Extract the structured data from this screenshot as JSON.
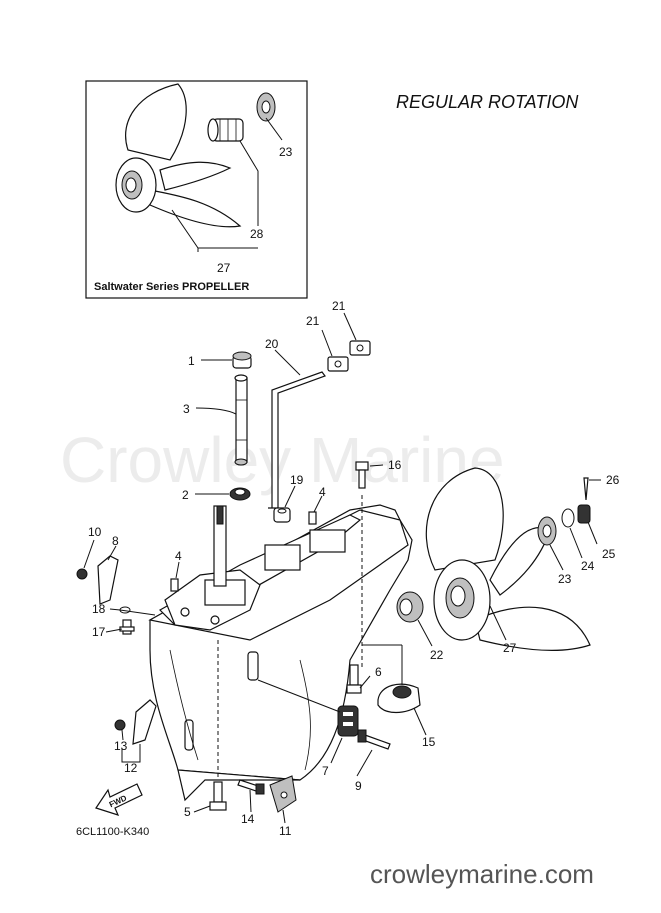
{
  "header": {
    "title": "REGULAR ROTATION"
  },
  "inset": {
    "caption": "Saltwater Series PROPELLER"
  },
  "watermark": {
    "text": "Crowley Marine"
  },
  "footer": {
    "code": "6CL1100-K340",
    "site": "crowleymarine.com"
  },
  "direction_badge": {
    "text": "FWD"
  },
  "callouts": {
    "c1": "1",
    "c2": "2",
    "c3": "3",
    "c4a": "4",
    "c4b": "4",
    "c5": "5",
    "c6": "6",
    "c7": "7",
    "c8": "8",
    "c9": "9",
    "c10": "10",
    "c11": "11",
    "c12": "12",
    "c13": "13",
    "c14": "14",
    "c15": "15",
    "c16": "16",
    "c17": "17",
    "c18": "18",
    "c19": "19",
    "c20": "20",
    "c21a": "21",
    "c21b": "21",
    "c22": "22",
    "c23a": "23",
    "c23b": "23",
    "c24": "24",
    "c25": "25",
    "c26": "26",
    "c27a": "27",
    "c27b": "27",
    "c28": "28"
  }
}
